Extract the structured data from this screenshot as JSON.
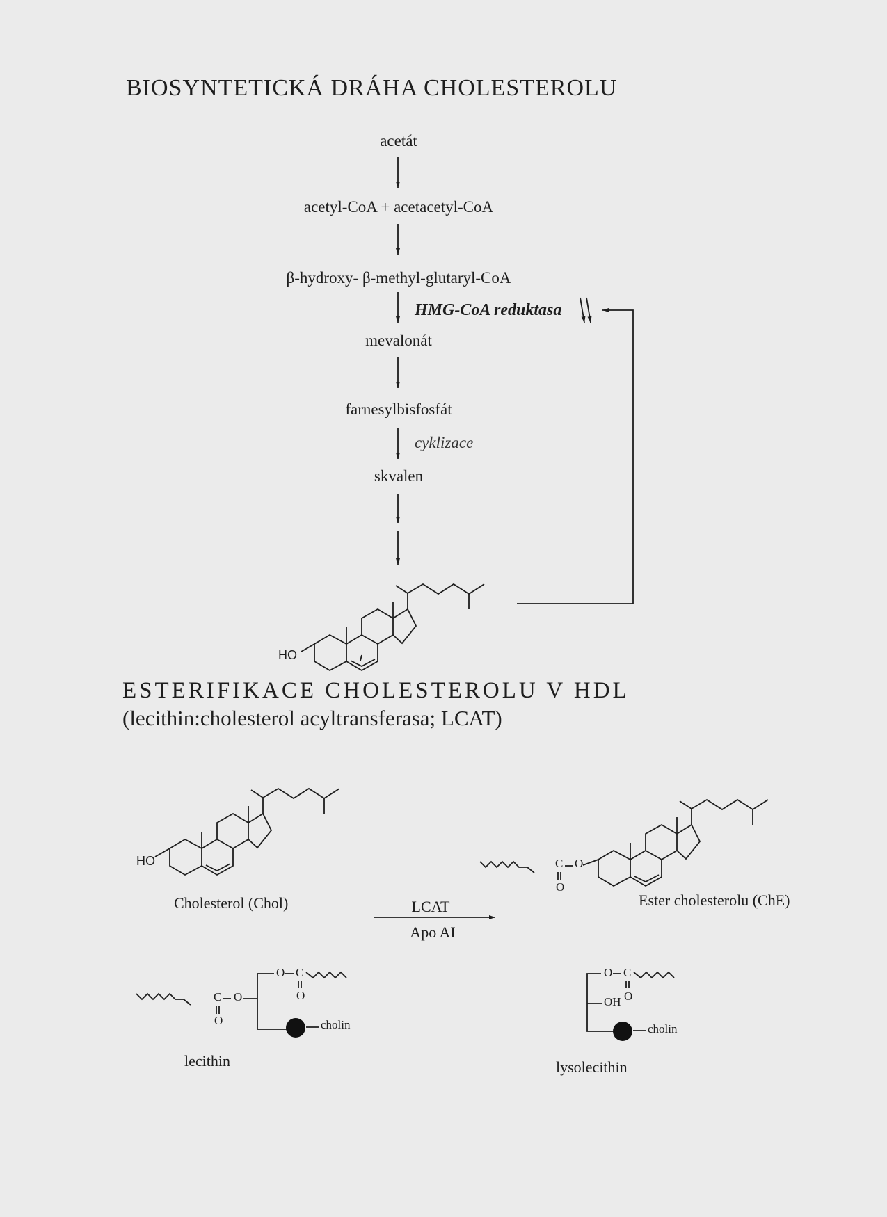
{
  "title_biosynthesis": "BIOSYNTETICKÁ DRÁHA CHOLESTEROLU",
  "pathway": {
    "steps": [
      "acetát",
      "acetyl-CoA + acetacetyl-CoA",
      "β-hydroxy- β-methyl-glutaryl-CoA",
      "mevalonát",
      "farnesylbisfosfát",
      "skvalen"
    ],
    "enzyme": "HMG-CoA reduktasa",
    "cyclization": "cyklizace",
    "hydroxyl": "HO"
  },
  "title_esterification": "ESTERIFIKACE CHOLESTEROLU V HDL",
  "subtitle_esterification": "(lecithin:cholesterol acyltransferasa; LCAT)",
  "reaction": {
    "reactant": "Cholesterol (Chol)",
    "product": "Ester cholesterolu (ChE)",
    "enzyme": "LCAT",
    "cofactor": "Apo AI",
    "hydroxyl": "HO",
    "ester_c": "C",
    "ester_o": "O",
    "ester_o2": "O"
  },
  "phospholipids": {
    "lecithin_label": "lecithin",
    "lysolecithin_label": "lysolecithin",
    "choline": "cholin",
    "hydroxyl": "OH",
    "atom_c": "C",
    "atom_o": "O"
  }
}
